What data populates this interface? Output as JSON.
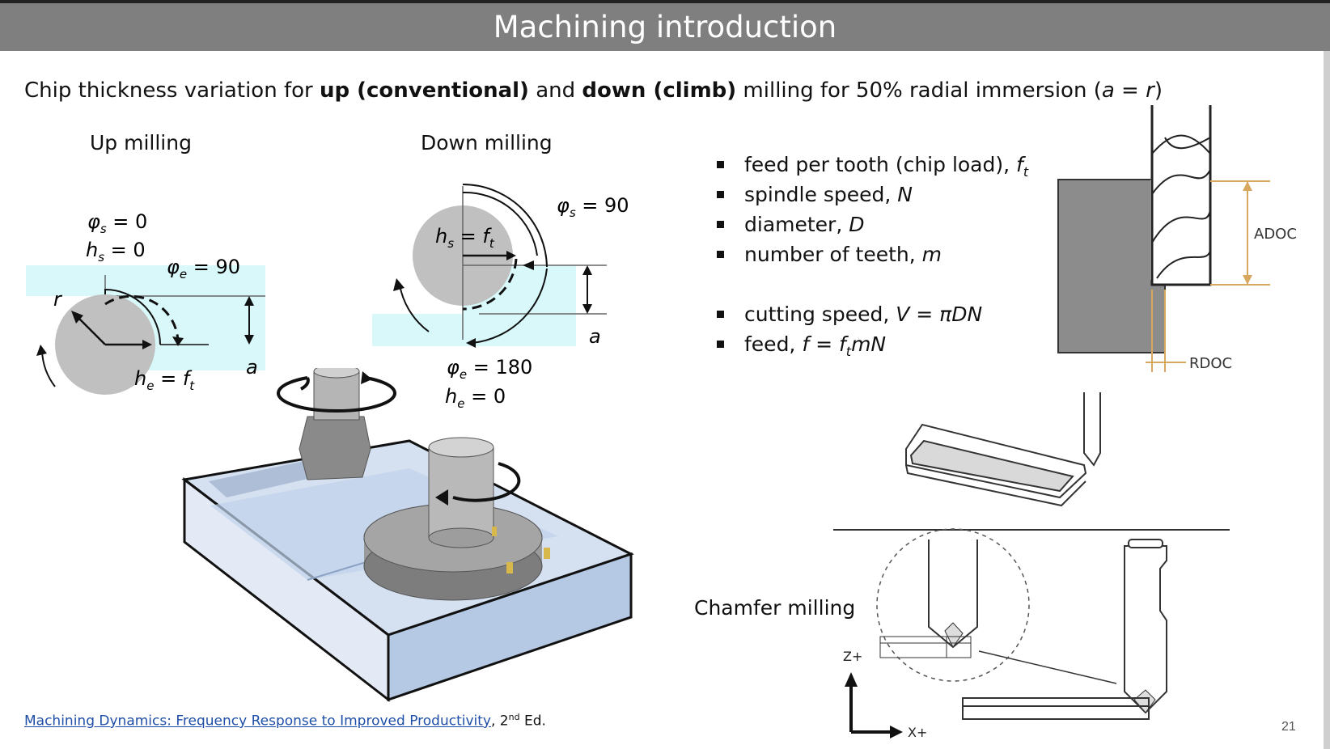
{
  "header": {
    "title": "Machining introduction"
  },
  "subtitle": {
    "part1": "Chip thickness variation for ",
    "bold1": "up (conventional)",
    "part2": " and ",
    "bold2": "down (climb)",
    "part3": " milling for 50% radial immersion (",
    "a": "a",
    "eq": " = ",
    "r": "r",
    "close": ")"
  },
  "diagram_labels": {
    "up_milling": "Up milling",
    "down_milling": "Down milling",
    "chamfer_milling": "Chamfer milling"
  },
  "up_diagram": {
    "phi_s": "φ",
    "phi_s_sub": "s",
    "phi_s_val": " = 0",
    "h_s": "h",
    "h_s_sub": "s",
    "h_s_val": " = 0",
    "phi_e": "φ",
    "phi_e_sub": "e",
    "phi_e_val": " = 90",
    "r": "r",
    "h_e": "h",
    "h_e_sub": "e",
    "h_e_eq": " = ",
    "f": "f",
    "f_sub": "t",
    "a": "a"
  },
  "down_diagram": {
    "phi_s": "φ",
    "phi_s_sub": "s",
    "phi_s_val": " = 90",
    "h_s": "h",
    "h_s_sub": "s",
    "h_s_eq": " = ",
    "f": "f",
    "f_sub": "t",
    "a": "a",
    "phi_e": "φ",
    "phi_e_sub": "e",
    "phi_e_val": " = 180",
    "h_e": "h",
    "h_e_sub": "e",
    "h_e_val": " = 0"
  },
  "bullets": [
    {
      "text": "feed per tooth (chip load), ",
      "sym": "f",
      "sub": "t",
      "after": ""
    },
    {
      "text": "spindle speed, ",
      "sym": "N",
      "sub": "",
      "after": ""
    },
    {
      "text": "diameter, ",
      "sym": "D",
      "sub": "",
      "after": ""
    },
    {
      "text": "number of teeth, ",
      "sym": "m",
      "sub": "",
      "after": ""
    },
    {
      "text": "cutting speed, ",
      "sym": "V",
      "sub": "",
      "after": " = πDN"
    },
    {
      "text": "feed, ",
      "sym": "f",
      "sub": "",
      "after": " = f",
      "sub2": "t",
      "after2": "mN"
    }
  ],
  "endmill_labels": {
    "adoc": "ADOC",
    "rdoc": "RDOC"
  },
  "axes_labels": {
    "z": "Z+",
    "x": "X+"
  },
  "citation": {
    "link_text": "Machining Dynamics: Frequency Response to Improved Productivity",
    "after": ", 2",
    "sup": "nd",
    "end": " Ed."
  },
  "page_number": "21",
  "colors": {
    "title_bar": "#7f7f7f",
    "workpiece_light": "#d8f8fa",
    "cutter_gray": "#bdbdbd",
    "block_blue": "#c7d6ea",
    "link": "#1f4fa8"
  }
}
